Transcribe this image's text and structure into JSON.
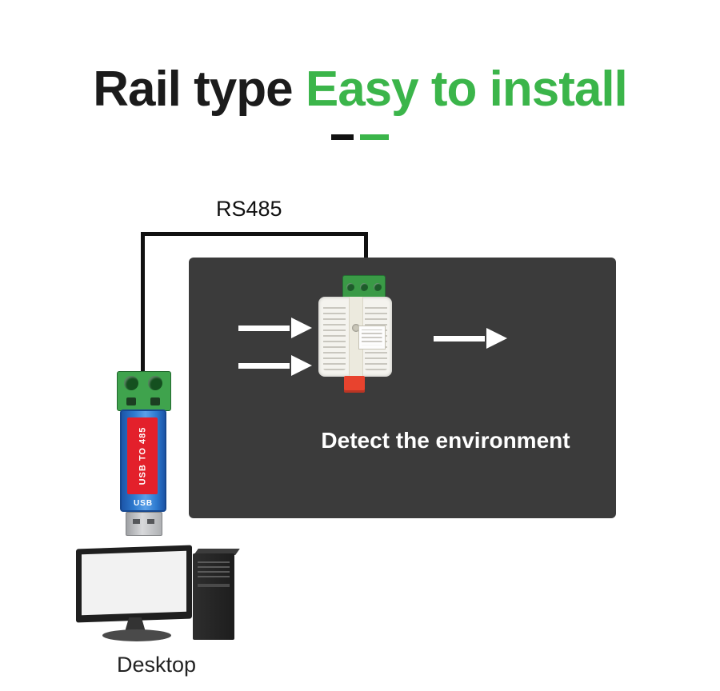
{
  "title": {
    "part_black": "Rail type",
    "part_green": " Easy to install"
  },
  "connection": {
    "label": "RS485"
  },
  "panel": {
    "caption": "Detect the environment"
  },
  "converter": {
    "sticker": "USB TO 485",
    "port_label": "USB"
  },
  "computer": {
    "label": "Desktop"
  },
  "colors": {
    "accent_green": "#3bb54a",
    "panel_bg": "#3b3b3b",
    "sticker_red": "#e3202b",
    "converter_blue": "#2e7bd0",
    "terminal_green": "#3fa34d",
    "clip_red": "#e8432e"
  }
}
